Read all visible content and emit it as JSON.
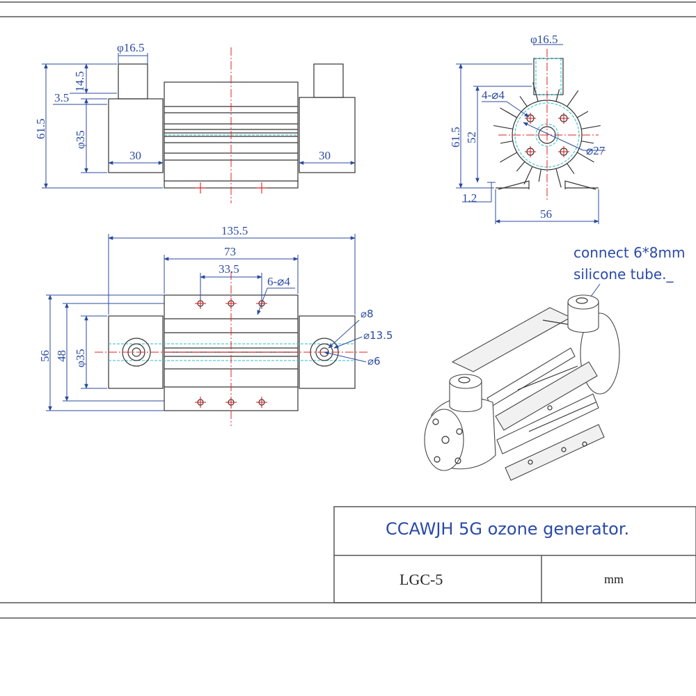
{
  "front_view": {
    "dim_tube_dia": "φ16.5",
    "dim_tube_height": "14.5",
    "dim_step": "3.5",
    "dim_total_height": "61.5",
    "dim_body_dia": "φ35",
    "dim_end_width_left": "30",
    "dim_end_width_right": "30"
  },
  "side_view": {
    "dim_tube_dia": "φ16.5",
    "dim_holes": "4-⌀4",
    "dim_total_height": "61.5",
    "dim_fin_height": "52",
    "dim_core_dia": "⌀27",
    "dim_base": "1.2",
    "dim_width": "56"
  },
  "top_view": {
    "dim_total_length": "135.5",
    "dim_body_length": "73",
    "dim_hole_pitch": "33.5",
    "dim_holes": "6-⌀4",
    "dim_width": "56",
    "dim_inner_width": "48",
    "dim_body_dia": "φ35",
    "dim_bore": "⌀8",
    "dim_flange": "⌀13.5",
    "dim_inner_bore": "⌀6"
  },
  "iso_note": {
    "line1": "connect 6*8mm",
    "line2": "silicone tube._"
  },
  "title_block": {
    "title": "CCAWJH 5G ozone generator.",
    "model": "LGC-5",
    "unit": "mm"
  }
}
